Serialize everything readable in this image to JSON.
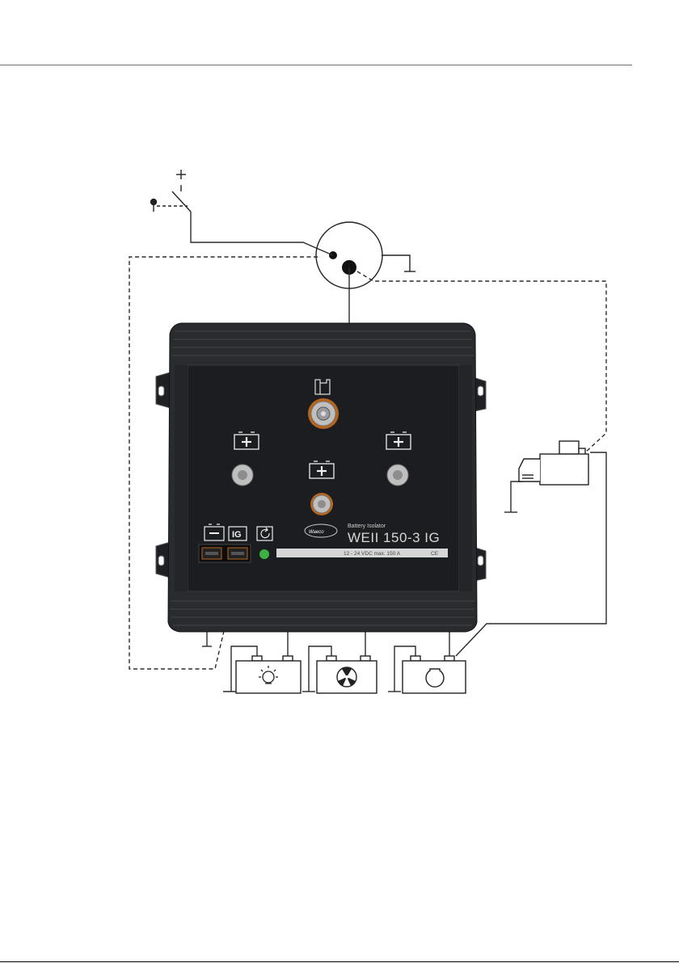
{
  "device": {
    "subtitle": "Battery Isolator",
    "model": "WEII 150-3 IG",
    "rating": "12 - 24 VDC max. 150 A",
    "ce_mark": "CE",
    "logo_text": "Waeco",
    "ig_label": "IG"
  },
  "colors": {
    "housing": "#2a2b2e",
    "panel": "#1c1d20",
    "rating_bar": "#d6d6d6",
    "led": "#3cb043",
    "terminal_ring": "#b5651d",
    "wire": "#2b2b2b"
  },
  "icons": [
    "relay-icon",
    "battery-plus-icon",
    "battery-minus-icon",
    "reset-icon",
    "lamp-icon",
    "fan-icon",
    "engine-icon",
    "starter-motor-icon",
    "ignition-switch-icon",
    "ground-symbol-icon"
  ]
}
